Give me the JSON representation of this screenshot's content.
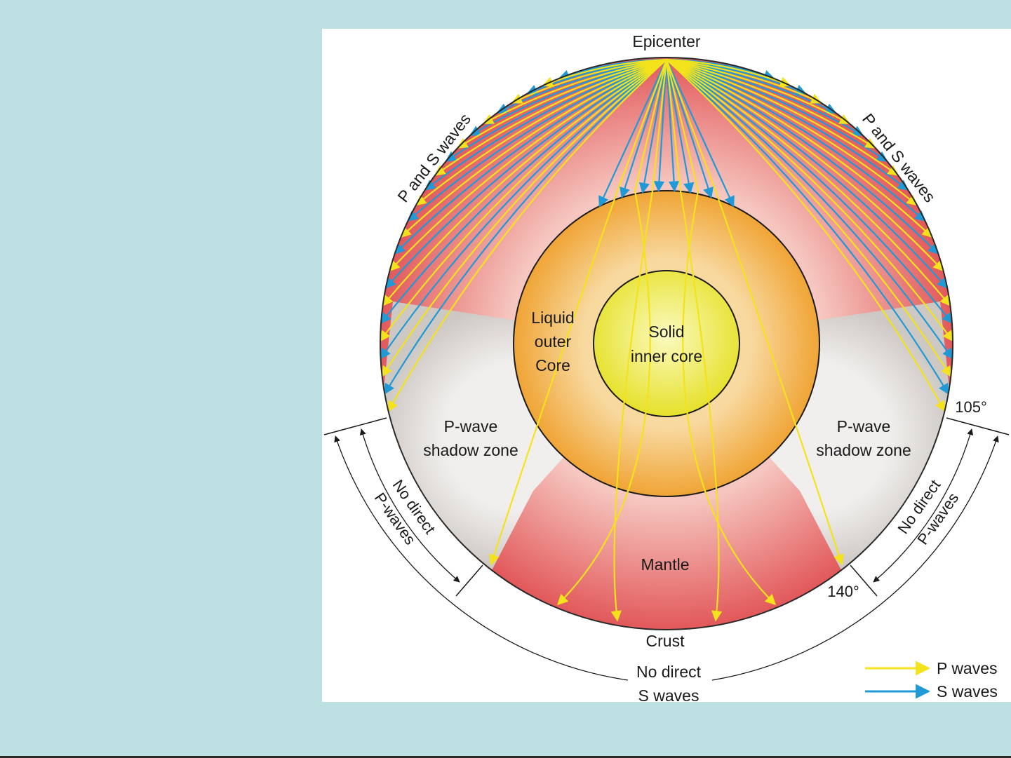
{
  "colors": {
    "background": "#bde1e3",
    "p_wave": "#f4e21c",
    "s_wave": "#1f9ad6",
    "mantle": "#e35c5c",
    "shadow_zone": "#dcd7d3",
    "outer_core": "#f2a93a",
    "inner_core": "#ebea3c"
  },
  "labels": {
    "epicenter": "Epicenter",
    "p_and_s_left": "P and S waves",
    "p_and_s_right": "P and S waves",
    "outer_core": [
      "Liquid",
      "outer",
      "Core"
    ],
    "inner_core": [
      "Solid",
      "inner core"
    ],
    "shadow_left": [
      "P-wave",
      "shadow zone"
    ],
    "shadow_right": [
      "P-wave",
      "shadow zone"
    ],
    "no_direct_p_left": [
      "No direct",
      "P-waves"
    ],
    "no_direct_p_right": [
      "No direct",
      "P-waves"
    ],
    "mantle": "Mantle",
    "crust": "Crust",
    "no_direct_s": [
      "No direct",
      "S waves"
    ],
    "angle_105": "105°",
    "angle_140": "140°"
  },
  "legend": {
    "p_waves": "P waves",
    "s_waves": "S waves"
  }
}
